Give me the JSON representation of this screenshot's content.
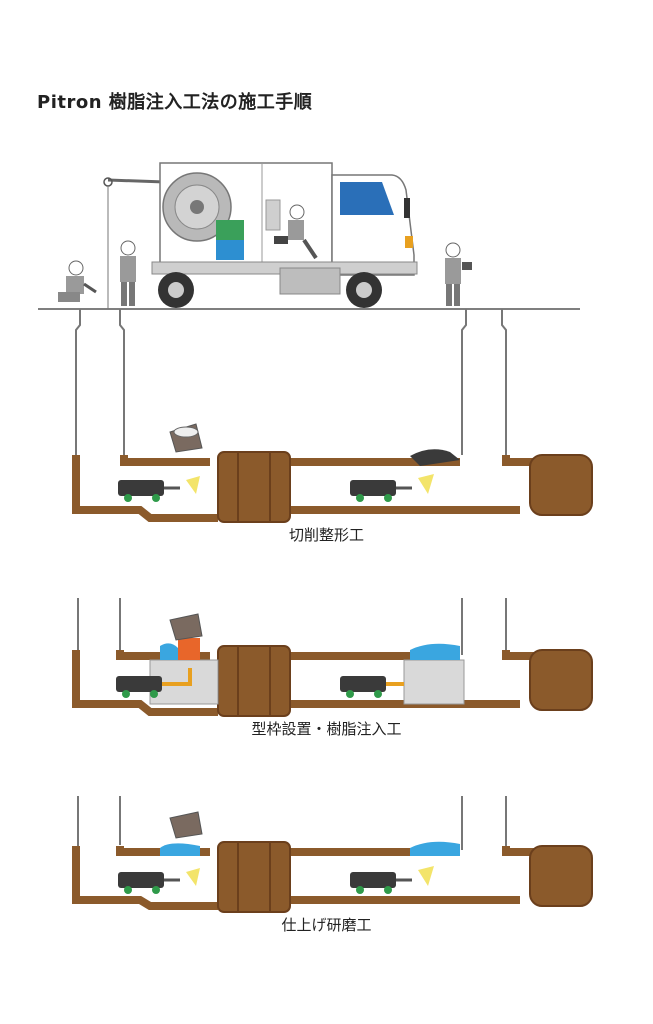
{
  "title": "Pitron 樹脂注入工法の施工手順",
  "steps": [
    {
      "label": "切削整形工"
    },
    {
      "label": "型枠設置・樹脂注入工"
    },
    {
      "label": "仕上げ研磨工"
    }
  ],
  "colors": {
    "pipe_brown": "#8b5a2b",
    "pipe_dark": "#6b3f1c",
    "resin_blue": "#3aa6e0",
    "orange": "#e8662a",
    "truck_blue": "#2a6fb8",
    "tank_green": "#3aa05a",
    "tank_blue": "#2d8fd1",
    "light_yellow": "#f3e46a",
    "robot_dark": "#3a3a3a",
    "wheel_green": "#2f9a4a"
  }
}
